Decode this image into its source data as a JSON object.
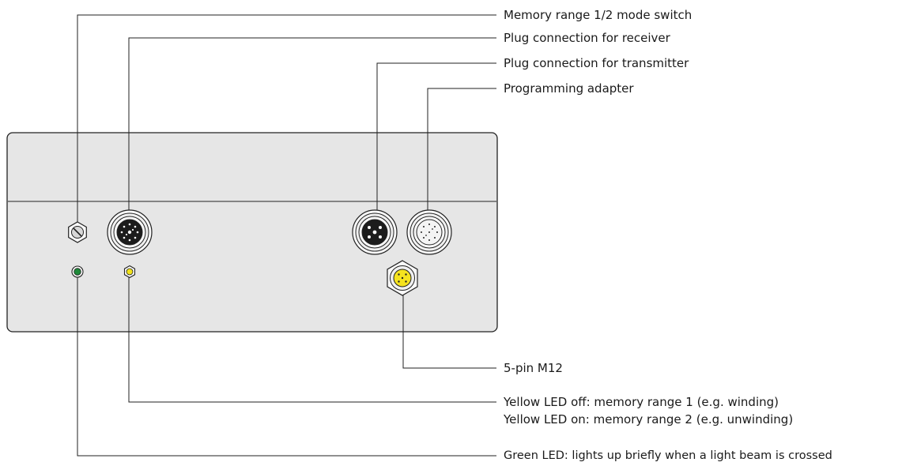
{
  "labels": {
    "mode_switch": "Memory range 1/2 mode switch",
    "plug_receiver": "Plug connection for receiver",
    "plug_transmitter": "Plug connection for transmitter",
    "programming_adapter": "Programming adapter",
    "m12": "5-pin M12",
    "yellow_led_off": "Yellow LED off: memory range 1 (e.g. winding)",
    "yellow_led_on": "Yellow LED on: memory range 2 (e.g. unwinding)",
    "green_led": "Green LED: lights up briefly when a light beam is crossed"
  },
  "colors": {
    "housing": "#e6e6e6",
    "green_led": "#1f8a3a",
    "yellow_led": "#f2e31a",
    "m12_insert": "#f5e31f",
    "connector_dark": "#1c1c1c",
    "connector_light": "#f4f4f4"
  }
}
